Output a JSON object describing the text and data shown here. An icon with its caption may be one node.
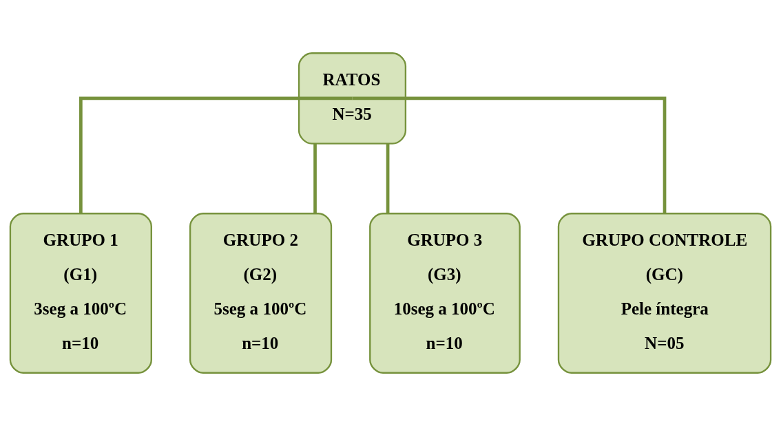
{
  "diagram": {
    "nodes": [
      {
        "text": [
          "RATOS",
          "N=35"
        ]
      },
      {
        "text": [
          "GRUPO 1",
          "(G1)",
          "3seg a 100ºC",
          "n=10"
        ]
      },
      {
        "text": [
          "GRUPO 2",
          "(G2)",
          "5seg a 100ºC",
          "n=10"
        ]
      },
      {
        "text": [
          "GRUPO 3",
          "(G3)",
          "10seg a 100ºC",
          "n=10"
        ]
      },
      {
        "text": [
          "GRUPO CONTROLE",
          "(GC)",
          "Pele íntegra",
          "N=05"
        ]
      }
    ],
    "edges": [
      {
        "from": 0,
        "to": 1,
        "arrow": "none"
      },
      {
        "from": 0,
        "to": 2,
        "arrow": "none"
      },
      {
        "from": 0,
        "to": 3,
        "arrow": "none"
      },
      {
        "from": 0,
        "to": 4,
        "arrow": "none"
      }
    ]
  }
}
